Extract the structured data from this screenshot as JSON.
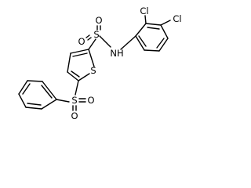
{
  "molecule": {
    "atoms": {
      "sulfonamide_s": "S",
      "sulfonamide_o_top": "O",
      "sulfonamide_o_bottom": "O",
      "amide_n": "NH",
      "thiophene_s": "S",
      "sulfone_s": "S",
      "sulfone_o_right": "O",
      "sulfone_o_bottom": "O",
      "cl_ortho": "Cl",
      "cl_para": "Cl"
    }
  }
}
